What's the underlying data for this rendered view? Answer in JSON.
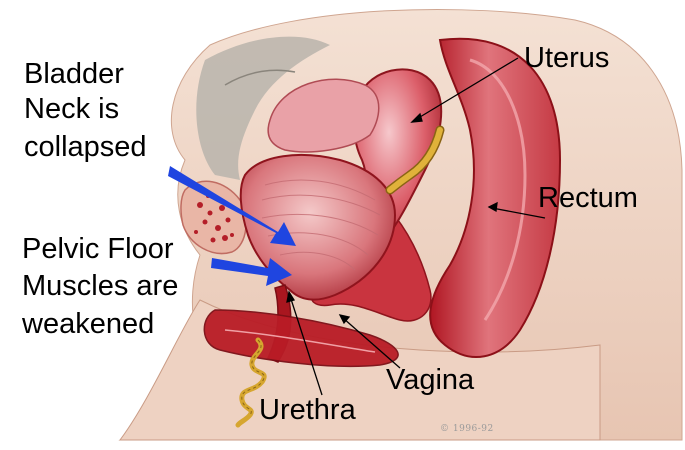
{
  "labels": {
    "bladder_neck": [
      "Bladder",
      "Neck is",
      "collapsed"
    ],
    "pelvic_floor": [
      "Pelvic Floor",
      "Muscles are",
      "weakened"
    ],
    "uterus": "Uterus",
    "rectum": "Rectum",
    "vagina": "Vagina",
    "urethra": "Urethra"
  },
  "signature": "© 1996-92",
  "colors": {
    "pointer_arrow": "#1f45e0",
    "leader_line": "#000000",
    "tissue_red": "#b71c26",
    "tissue_pink": "#e88b93",
    "ureter_yellow": "#d8a52a",
    "skin": "#f2d7c6",
    "background": "#ffffff"
  },
  "icons": {
    "blue_arrow": "arrow-right-icon"
  }
}
